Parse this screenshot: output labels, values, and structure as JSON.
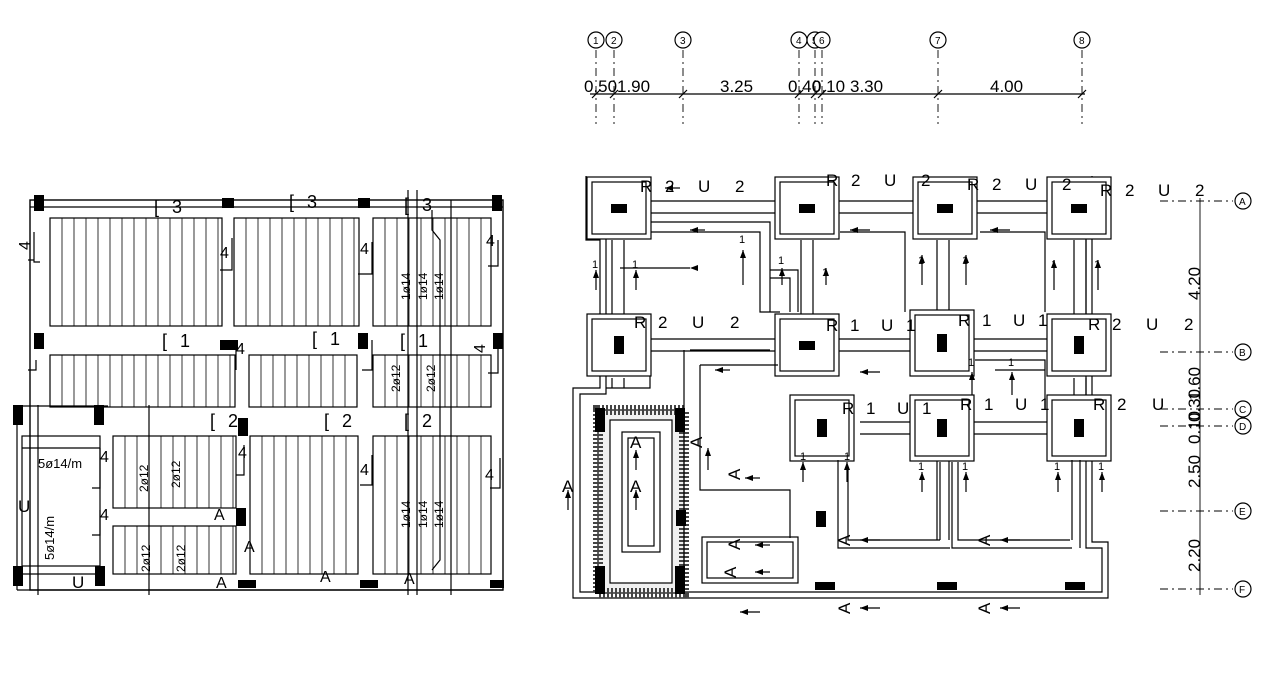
{
  "grid_cols": [
    {
      "id": "1"
    },
    {
      "id": "2"
    },
    {
      "id": "3"
    },
    {
      "id": "4"
    },
    {
      "id": "5"
    },
    {
      "id": "6"
    },
    {
      "id": "7"
    },
    {
      "id": "8"
    }
  ],
  "grid_rows": [
    {
      "id": "A"
    },
    {
      "id": "B"
    },
    {
      "id": "C"
    },
    {
      "id": "D"
    },
    {
      "id": "E"
    },
    {
      "id": "F"
    }
  ],
  "top_dims": [
    "0.50",
    "1.90",
    "3.25",
    "0.40",
    "0.10",
    "3.30",
    "4.00"
  ],
  "side_dims": [
    "4.20",
    "1.60",
    "0.30",
    "0.10",
    "2.50",
    "2.20"
  ],
  "foundation": {
    "footing_labels": [
      "R",
      "2",
      "U",
      "2"
    ],
    "mid_labels": [
      "R",
      "1",
      "U",
      "1"
    ],
    "section_mark": "A",
    "section_num": "1"
  },
  "slab": {
    "strip_marks": [
      "3",
      "3",
      "3",
      "1",
      "1",
      "1",
      "2",
      "2",
      "2",
      "4"
    ],
    "bar_labels": {
      "t1": "1ø14",
      "t2": "2ø12",
      "m1": "5ø14/m",
      "u": "U",
      "a": "A"
    }
  }
}
